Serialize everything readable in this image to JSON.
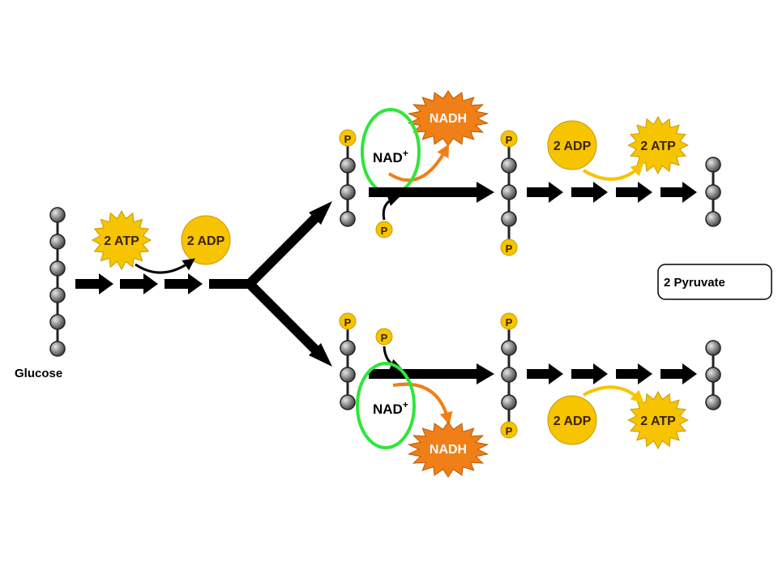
{
  "labels": {
    "glucose": "Glucose",
    "pyruvate": "2 Pyruvate"
  },
  "molecules": {
    "atp_in": "2 ATP",
    "adp_out": "2 ADP",
    "nad": "NAD",
    "nad_charge": "+",
    "nadh": "NADH",
    "phosphate": "P",
    "adp_in": "2 ADP",
    "atp_out": "2 ATP"
  },
  "colors": {
    "atp_burst": "#F6C400",
    "adp_circle": "#F6C400",
    "nadh_burst": "#F07F17",
    "highlight_circle": "#2EE63A",
    "arrow": "#000000",
    "carbon_bead": "#8F8F8F",
    "atp_curve": "#000000",
    "nad_curve": "#F07F17",
    "adp_curve": "#F6C400"
  }
}
